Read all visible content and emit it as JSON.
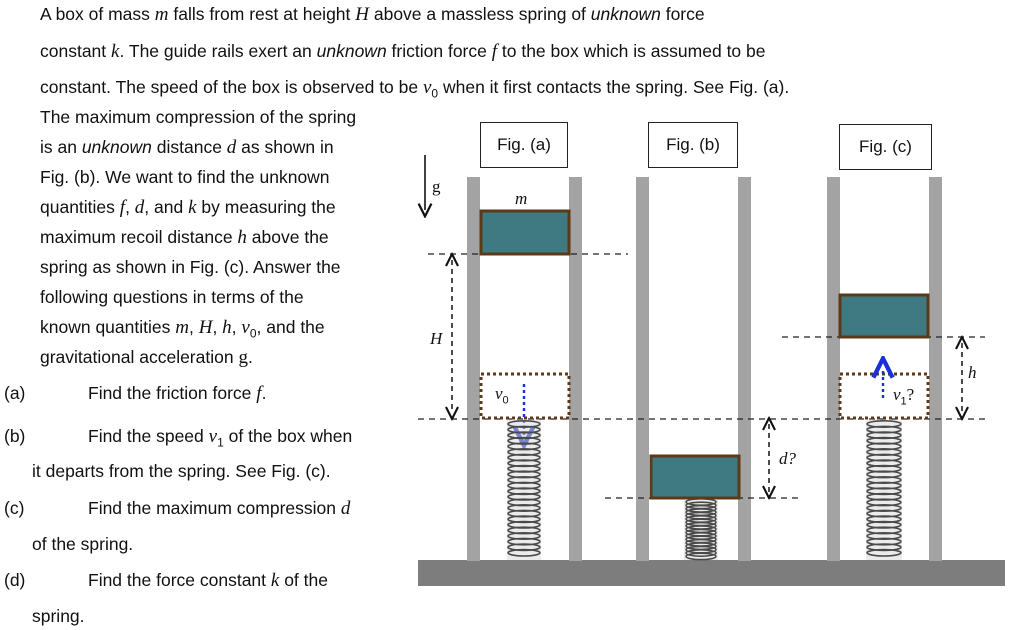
{
  "problem": {
    "l1": [
      "A box of mass ",
      "m",
      " falls from rest at height ",
      "H",
      " above a massless spring of ",
      "unknown",
      " force"
    ],
    "l2": [
      "constant ",
      "k",
      ". The guide rails exert an ",
      "unknown",
      " friction force ",
      "f",
      " to the box which is assumed to be"
    ],
    "l3": [
      "constant. The speed of the box is observed to be ",
      "v",
      "0",
      " when it first contacts the spring. See Fig. (a)."
    ],
    "l4": "The maximum compression of the spring",
    "l5": [
      "is an ",
      "unknown",
      " distance ",
      "d",
      " as shown in"
    ],
    "l6": "Fig. (b). We want to find the unknown",
    "l7": [
      "quantities ",
      "f",
      ", ",
      "d",
      ", and ",
      "k",
      " by measuring the"
    ],
    "l8": [
      "maximum recoil distance ",
      "h",
      " above the"
    ],
    "l9": "spring as shown in Fig. (c). Answer the",
    "l10": "following questions in terms of the",
    "l11": [
      "known quantities ",
      "m",
      ", ",
      "H",
      ", ",
      "h",
      ", ",
      "v",
      "0",
      ",  and the"
    ],
    "l12": [
      "gravitational acceleration ",
      "g",
      "."
    ]
  },
  "questions": {
    "a": {
      "label": "(a)",
      "text": "Find the friction force ",
      "var": "f",
      "end": "."
    },
    "b": {
      "label": "(b)",
      "text1": "Find the speed ",
      "var": "v",
      "sub": "1",
      "text2": " of the box when",
      "cont": "it departs from the spring. See Fig. (c)."
    },
    "c": {
      "label": "(c)",
      "text1": "Find the maximum compression ",
      "var": "d",
      "cont": "of the spring."
    },
    "d": {
      "label": "(d)",
      "text1": "Find the force constant ",
      "var": "k",
      "text2": " of the",
      "cont": "spring."
    }
  },
  "figures": {
    "fig_a_label": "Fig. (a)",
    "fig_b_label": "Fig. (b)",
    "fig_c_label": "Fig. (c)",
    "gravity_label": "g",
    "mass_label": "m",
    "height_label": "H",
    "v0_label": "v",
    "v0_sub": "0",
    "v1_label": "v",
    "v1_sub": "1",
    "v1_q": "?",
    "d_label": "d?",
    "h_label": "h",
    "colors": {
      "box": "#3f7a82",
      "box_border": "#5b3a1a",
      "rail": "#a3a3a3",
      "ground": "#7d7d7d",
      "arrow_blue": "#1b2fd6"
    }
  }
}
